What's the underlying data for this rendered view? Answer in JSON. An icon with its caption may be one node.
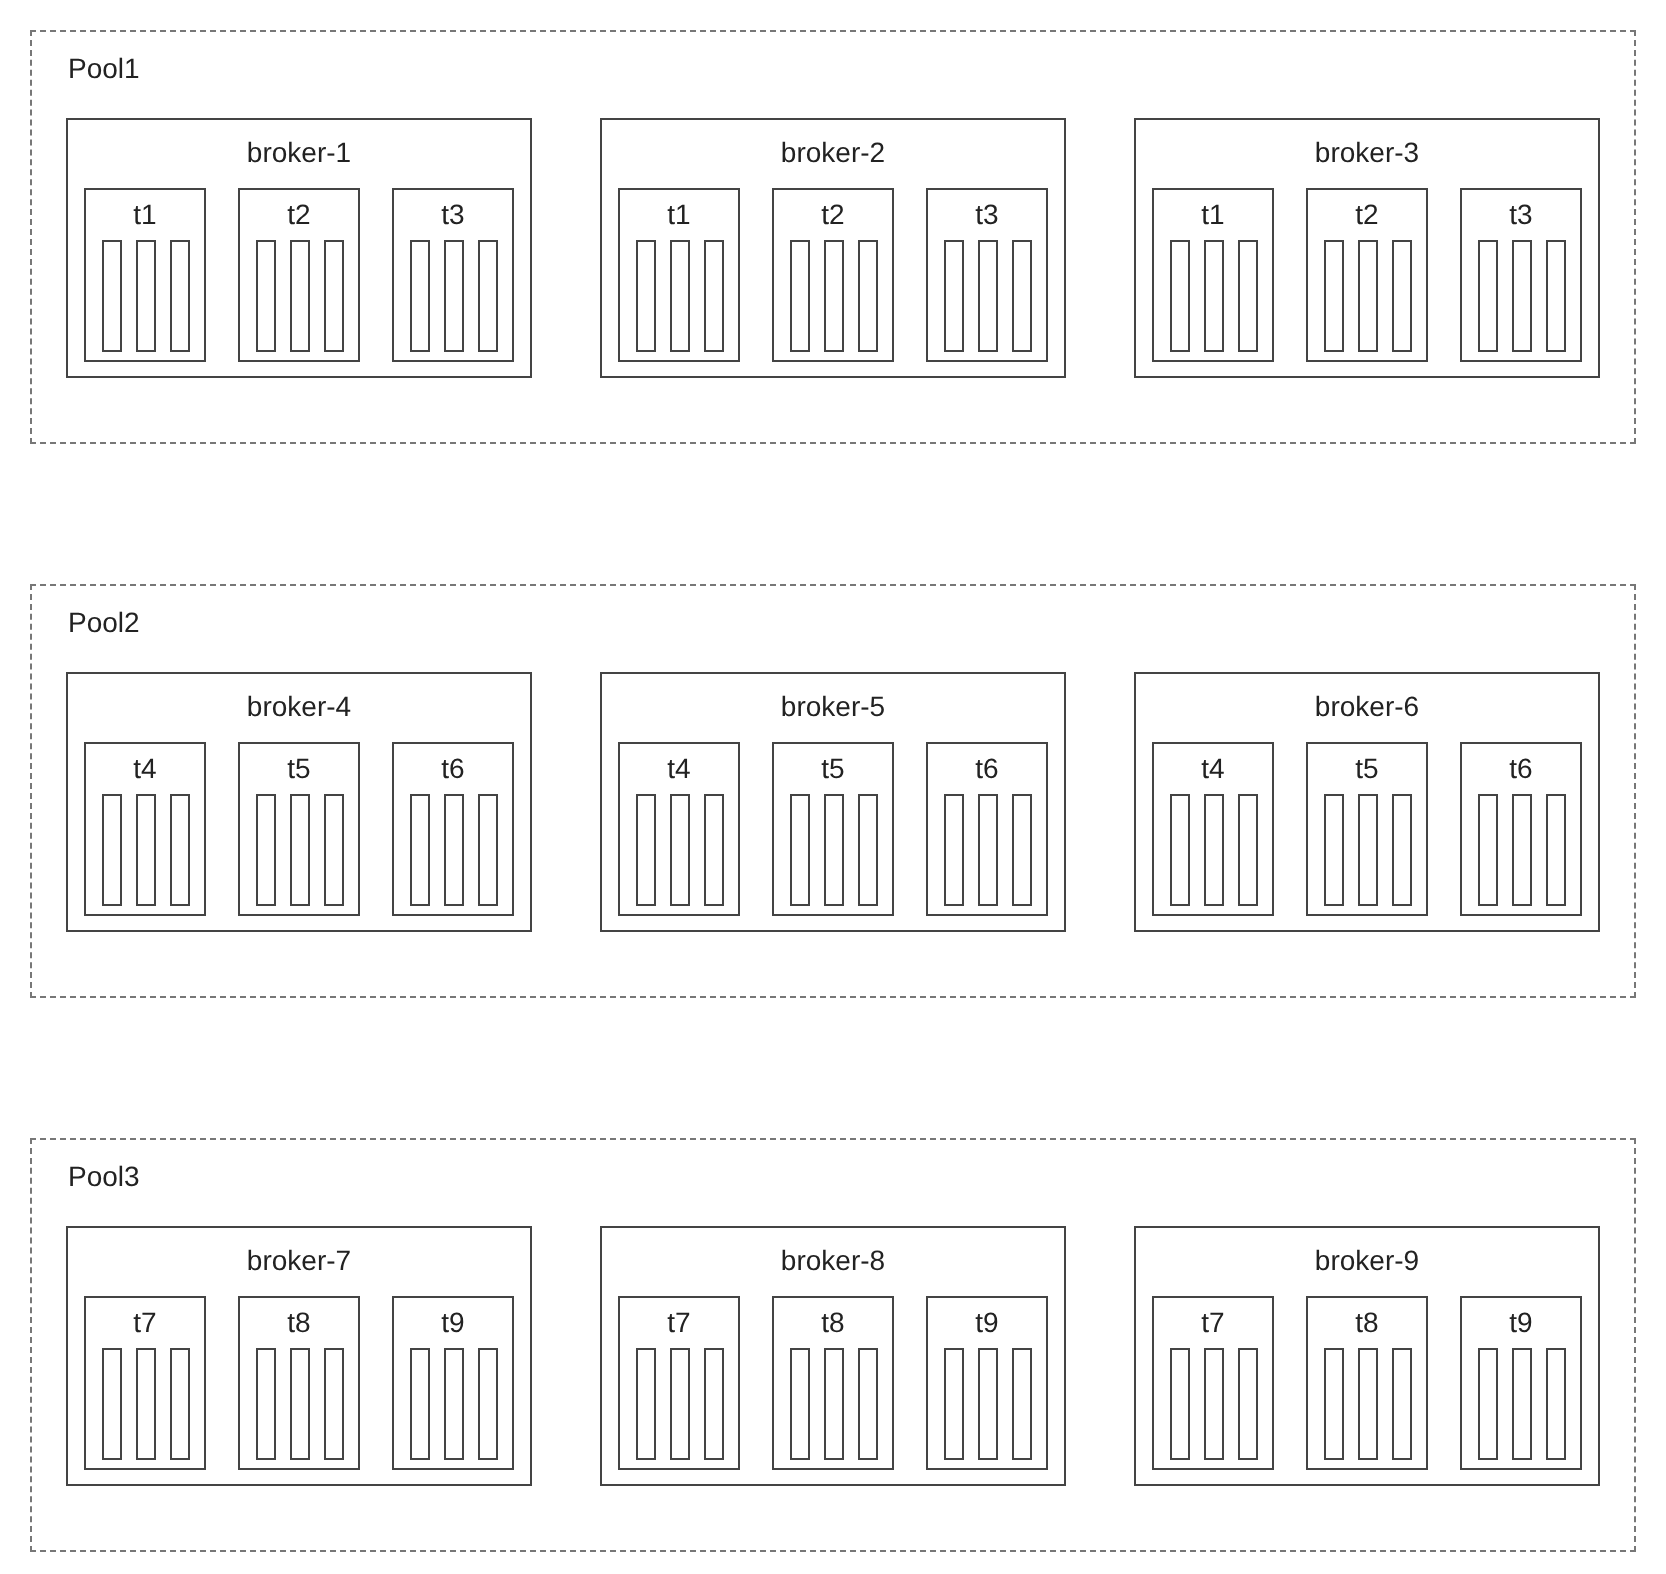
{
  "diagram": {
    "nodes": [
      {
        "text": [
          "Pool1"
        ]
      },
      {
        "text": [
          "broker-1"
        ],
        "in": 0
      },
      {
        "text": [
          "t1"
        ],
        "in": 1
      },
      {
        "text": [],
        "shape": "bar",
        "in": 2
      },
      {
        "text": [],
        "shape": "bar",
        "in": 2
      },
      {
        "text": [],
        "shape": "bar",
        "in": 2
      },
      {
        "text": [
          "t2"
        ],
        "in": 1
      },
      {
        "text": [],
        "shape": "bar",
        "in": 6
      },
      {
        "text": [],
        "shape": "bar",
        "in": 6
      },
      {
        "text": [],
        "shape": "bar",
        "in": 6
      },
      {
        "text": [
          "t3"
        ],
        "in": 1
      },
      {
        "text": [],
        "shape": "bar",
        "in": 10
      },
      {
        "text": [],
        "shape": "bar",
        "in": 10
      },
      {
        "text": [],
        "shape": "bar",
        "in": 10
      },
      {
        "text": [
          "broker-2"
        ],
        "in": 0
      },
      {
        "text": [
          "t1"
        ],
        "in": 14
      },
      {
        "text": [],
        "shape": "bar",
        "in": 15
      },
      {
        "text": [],
        "shape": "bar",
        "in": 15
      },
      {
        "text": [],
        "shape": "bar",
        "in": 15
      },
      {
        "text": [
          "t2"
        ],
        "in": 14
      },
      {
        "text": [],
        "shape": "bar",
        "in": 19
      },
      {
        "text": [],
        "shape": "bar",
        "in": 19
      },
      {
        "text": [],
        "shape": "bar",
        "in": 19
      },
      {
        "text": [
          "t3"
        ],
        "in": 14
      },
      {
        "text": [],
        "shape": "bar",
        "in": 23
      },
      {
        "text": [],
        "shape": "bar",
        "in": 23
      },
      {
        "text": [],
        "shape": "bar",
        "in": 23
      },
      {
        "text": [
          "broker-3"
        ],
        "in": 0
      },
      {
        "text": [
          "t1"
        ],
        "in": 27
      },
      {
        "text": [],
        "shape": "bar",
        "in": 28
      },
      {
        "text": [],
        "shape": "bar",
        "in": 28
      },
      {
        "text": [],
        "shape": "bar",
        "in": 28
      },
      {
        "text": [
          "t2"
        ],
        "in": 27
      },
      {
        "text": [],
        "shape": "bar",
        "in": 32
      },
      {
        "text": [],
        "shape": "bar",
        "in": 32
      },
      {
        "text": [],
        "shape": "bar",
        "in": 32
      },
      {
        "text": [
          "t3"
        ],
        "in": 27
      },
      {
        "text": [],
        "shape": "bar",
        "in": 36
      },
      {
        "text": [],
        "shape": "bar",
        "in": 36
      },
      {
        "text": [],
        "shape": "bar",
        "in": 36
      },
      {
        "text": [
          "Pool2"
        ]
      },
      {
        "text": [
          "broker-4"
        ],
        "in": 40
      },
      {
        "text": [
          "t4"
        ],
        "in": 41
      },
      {
        "text": [],
        "shape": "bar",
        "in": 42
      },
      {
        "text": [],
        "shape": "bar",
        "in": 42
      },
      {
        "text": [],
        "shape": "bar",
        "in": 42
      },
      {
        "text": [
          "t5"
        ],
        "in": 41
      },
      {
        "text": [],
        "shape": "bar",
        "in": 46
      },
      {
        "text": [],
        "shape": "bar",
        "in": 46
      },
      {
        "text": [],
        "shape": "bar",
        "in": 46
      },
      {
        "text": [
          "t6"
        ],
        "in": 41
      },
      {
        "text": [],
        "shape": "bar",
        "in": 50
      },
      {
        "text": [],
        "shape": "bar",
        "in": 50
      },
      {
        "text": [],
        "shape": "bar",
        "in": 50
      },
      {
        "text": [
          "broker-5"
        ],
        "in": 40
      },
      {
        "text": [
          "t4"
        ],
        "in": 54
      },
      {
        "text": [],
        "shape": "bar",
        "in": 55
      },
      {
        "text": [],
        "shape": "bar",
        "in": 55
      },
      {
        "text": [],
        "shape": "bar",
        "in": 55
      },
      {
        "text": [
          "t5"
        ],
        "in": 54
      },
      {
        "text": [],
        "shape": "bar",
        "in": 59
      },
      {
        "text": [],
        "shape": "bar",
        "in": 59
      },
      {
        "text": [],
        "shape": "bar",
        "in": 59
      },
      {
        "text": [
          "t6"
        ],
        "in": 54
      },
      {
        "text": [],
        "shape": "bar",
        "in": 63
      },
      {
        "text": [],
        "shape": "bar",
        "in": 63
      },
      {
        "text": [],
        "shape": "bar",
        "in": 63
      },
      {
        "text": [
          "broker-6"
        ],
        "in": 40
      },
      {
        "text": [
          "t4"
        ],
        "in": 67
      },
      {
        "text": [],
        "shape": "bar",
        "in": 68
      },
      {
        "text": [],
        "shape": "bar",
        "in": 68
      },
      {
        "text": [],
        "shape": "bar",
        "in": 68
      },
      {
        "text": [
          "t5"
        ],
        "in": 67
      },
      {
        "text": [],
        "shape": "bar",
        "in": 72
      },
      {
        "text": [],
        "shape": "bar",
        "in": 72
      },
      {
        "text": [],
        "shape": "bar",
        "in": 72
      },
      {
        "text": [
          "t6"
        ],
        "in": 67
      },
      {
        "text": [],
        "shape": "bar",
        "in": 76
      },
      {
        "text": [],
        "shape": "bar",
        "in": 76
      },
      {
        "text": [],
        "shape": "bar",
        "in": 76
      },
      {
        "text": [
          "Pool3"
        ]
      },
      {
        "text": [
          "broker-7"
        ],
        "in": 80
      },
      {
        "text": [
          "t7"
        ],
        "in": 81
      },
      {
        "text": [],
        "shape": "bar",
        "in": 82
      },
      {
        "text": [],
        "shape": "bar",
        "in": 82
      },
      {
        "text": [],
        "shape": "bar",
        "in": 82
      },
      {
        "text": [
          "t8"
        ],
        "in": 81
      },
      {
        "text": [],
        "shape": "bar",
        "in": 86
      },
      {
        "text": [],
        "shape": "bar",
        "in": 86
      },
      {
        "text": [],
        "shape": "bar",
        "in": 86
      },
      {
        "text": [
          "t9"
        ],
        "in": 81
      },
      {
        "text": [],
        "shape": "bar",
        "in": 90
      },
      {
        "text": [],
        "shape": "bar",
        "in": 90
      },
      {
        "text": [],
        "shape": "bar",
        "in": 90
      },
      {
        "text": [
          "broker-8"
        ],
        "in": 80
      },
      {
        "text": [
          "t7"
        ],
        "in": 94
      },
      {
        "text": [],
        "shape": "bar",
        "in": 95
      },
      {
        "text": [],
        "shape": "bar",
        "in": 95
      },
      {
        "text": [],
        "shape": "bar",
        "in": 95
      },
      {
        "text": [
          "t8"
        ],
        "in": 94
      },
      {
        "text": [],
        "shape": "bar",
        "in": 99
      },
      {
        "text": [],
        "shape": "bar",
        "in": 99
      },
      {
        "text": [],
        "shape": "bar",
        "in": 99
      },
      {
        "text": [
          "t9"
        ],
        "in": 94
      },
      {
        "text": [],
        "shape": "bar",
        "in": 103
      },
      {
        "text": [],
        "shape": "bar",
        "in": 103
      },
      {
        "text": [],
        "shape": "bar",
        "in": 103
      },
      {
        "text": [
          "broker-9"
        ],
        "in": 80
      },
      {
        "text": [
          "t7"
        ],
        "in": 107
      },
      {
        "text": [],
        "shape": "bar",
        "in": 108
      },
      {
        "text": [],
        "shape": "bar",
        "in": 108
      },
      {
        "text": [],
        "shape": "bar",
        "in": 108
      },
      {
        "text": [
          "t8"
        ],
        "in": 107
      },
      {
        "text": [],
        "shape": "bar",
        "in": 112
      },
      {
        "text": [],
        "shape": "bar",
        "in": 112
      },
      {
        "text": [],
        "shape": "bar",
        "in": 112
      },
      {
        "text": [
          "t9"
        ],
        "in": 107
      },
      {
        "text": [],
        "shape": "bar",
        "in": 116
      },
      {
        "text": [],
        "shape": "bar",
        "in": 116
      },
      {
        "text": [],
        "shape": "bar",
        "in": 116
      }
    ],
    "edges": []
  }
}
